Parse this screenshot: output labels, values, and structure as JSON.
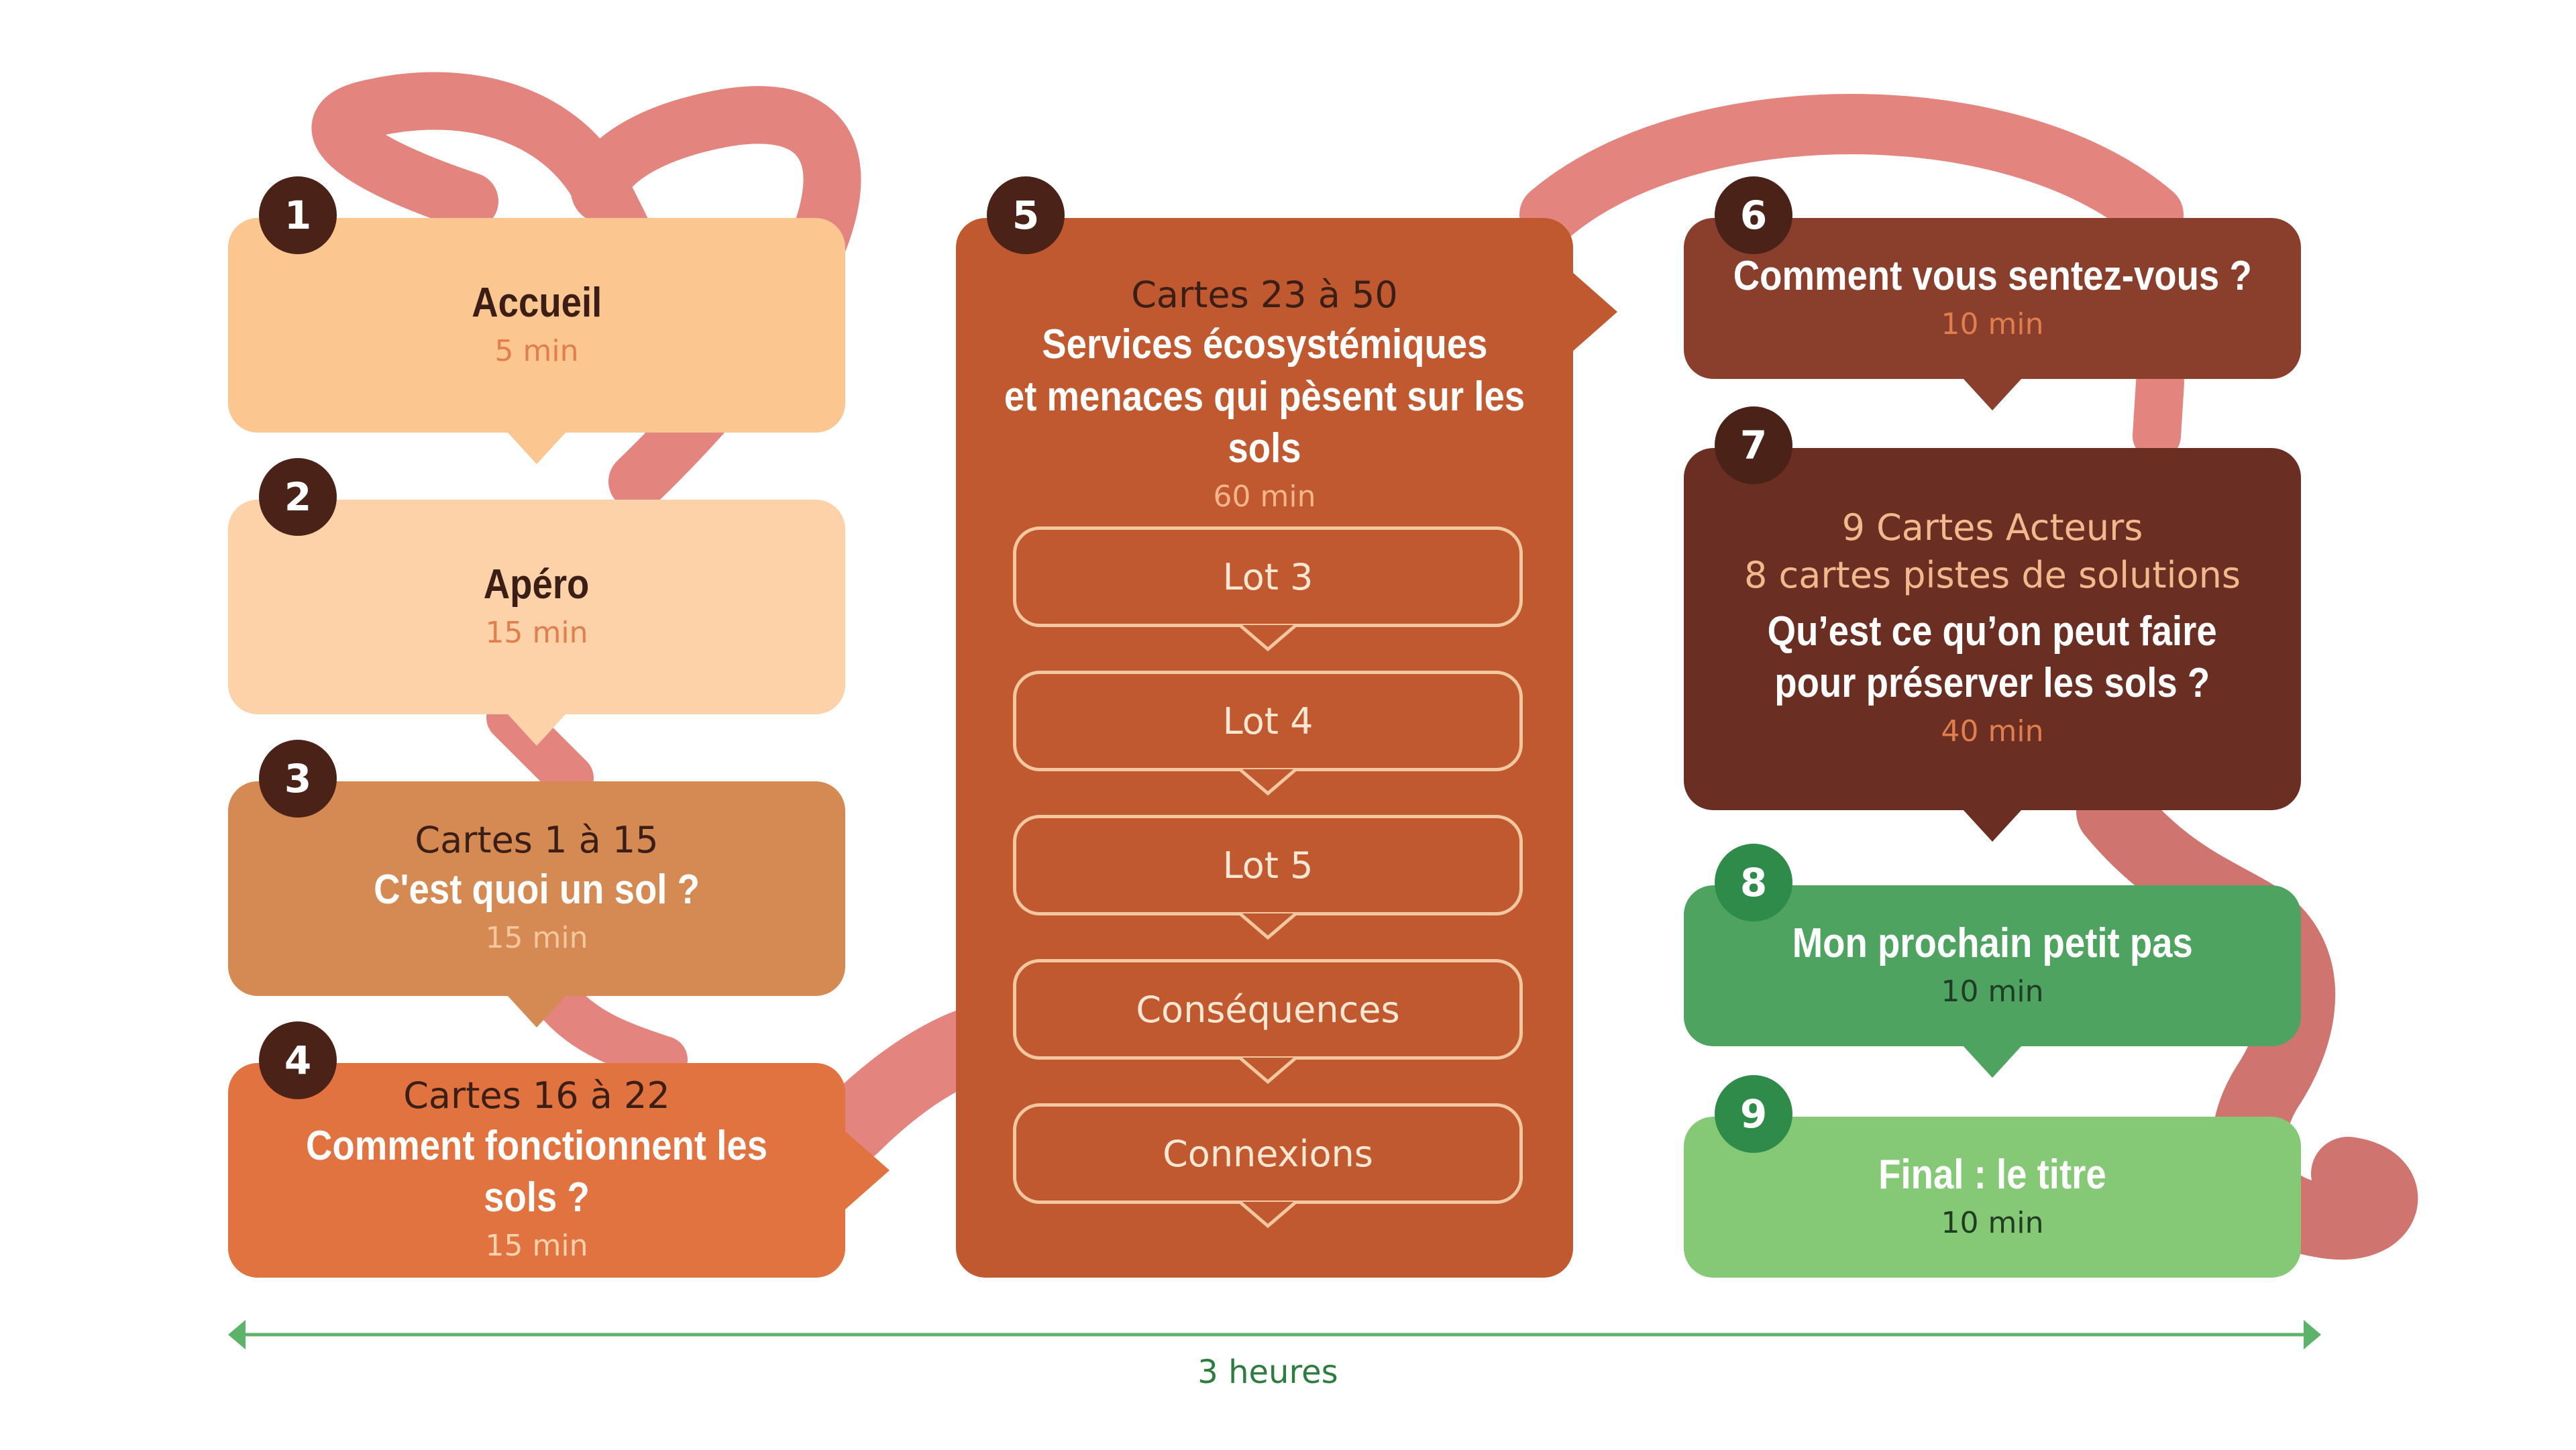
{
  "colors": {
    "worm": "#E4847E",
    "worm_dark": "#D07470",
    "badge_brown": "#4A2218",
    "badge_green": "#2E8B4A",
    "timeline": "#5DB36A",
    "lot_border": "#F3C7A0"
  },
  "steps": [
    {
      "number": "1",
      "sub": "",
      "title": "Accueil",
      "duration": "5 min"
    },
    {
      "number": "2",
      "sub": "",
      "title": "Apéro",
      "duration": "15 min"
    },
    {
      "number": "3",
      "sub": "Cartes 1 à 15",
      "title": "C'est quoi un sol ?",
      "duration": "15 min"
    },
    {
      "number": "4",
      "sub": "Cartes 16 à 22",
      "title": "Comment fonctionnent les sols ?",
      "duration": "15 min"
    },
    {
      "number": "5",
      "sub": "Cartes 23 à 50",
      "title": "Services écosystémiques",
      "title2": "et menaces qui pèsent sur les sols",
      "duration": "60 min",
      "lots": [
        "Lot 3",
        "Lot 4",
        "Lot 5",
        "Conséquences",
        "Connexions"
      ]
    },
    {
      "number": "6",
      "sub": "",
      "title": "Comment vous sentez-vous ?",
      "duration": "10 min"
    },
    {
      "number": "7",
      "sub": "9 Cartes Acteurs",
      "sub2": "8 cartes pistes de solutions",
      "title": "Qu’est ce qu’on peut faire",
      "title2": "pour préserver les sols ?",
      "duration": "40 min"
    },
    {
      "number": "8",
      "sub": "",
      "title": "Mon prochain petit pas",
      "duration": "10 min"
    },
    {
      "number": "9",
      "sub": "",
      "title": "Final : le titre",
      "duration": "10 min"
    }
  ],
  "timeline": {
    "label": "3 heures"
  }
}
